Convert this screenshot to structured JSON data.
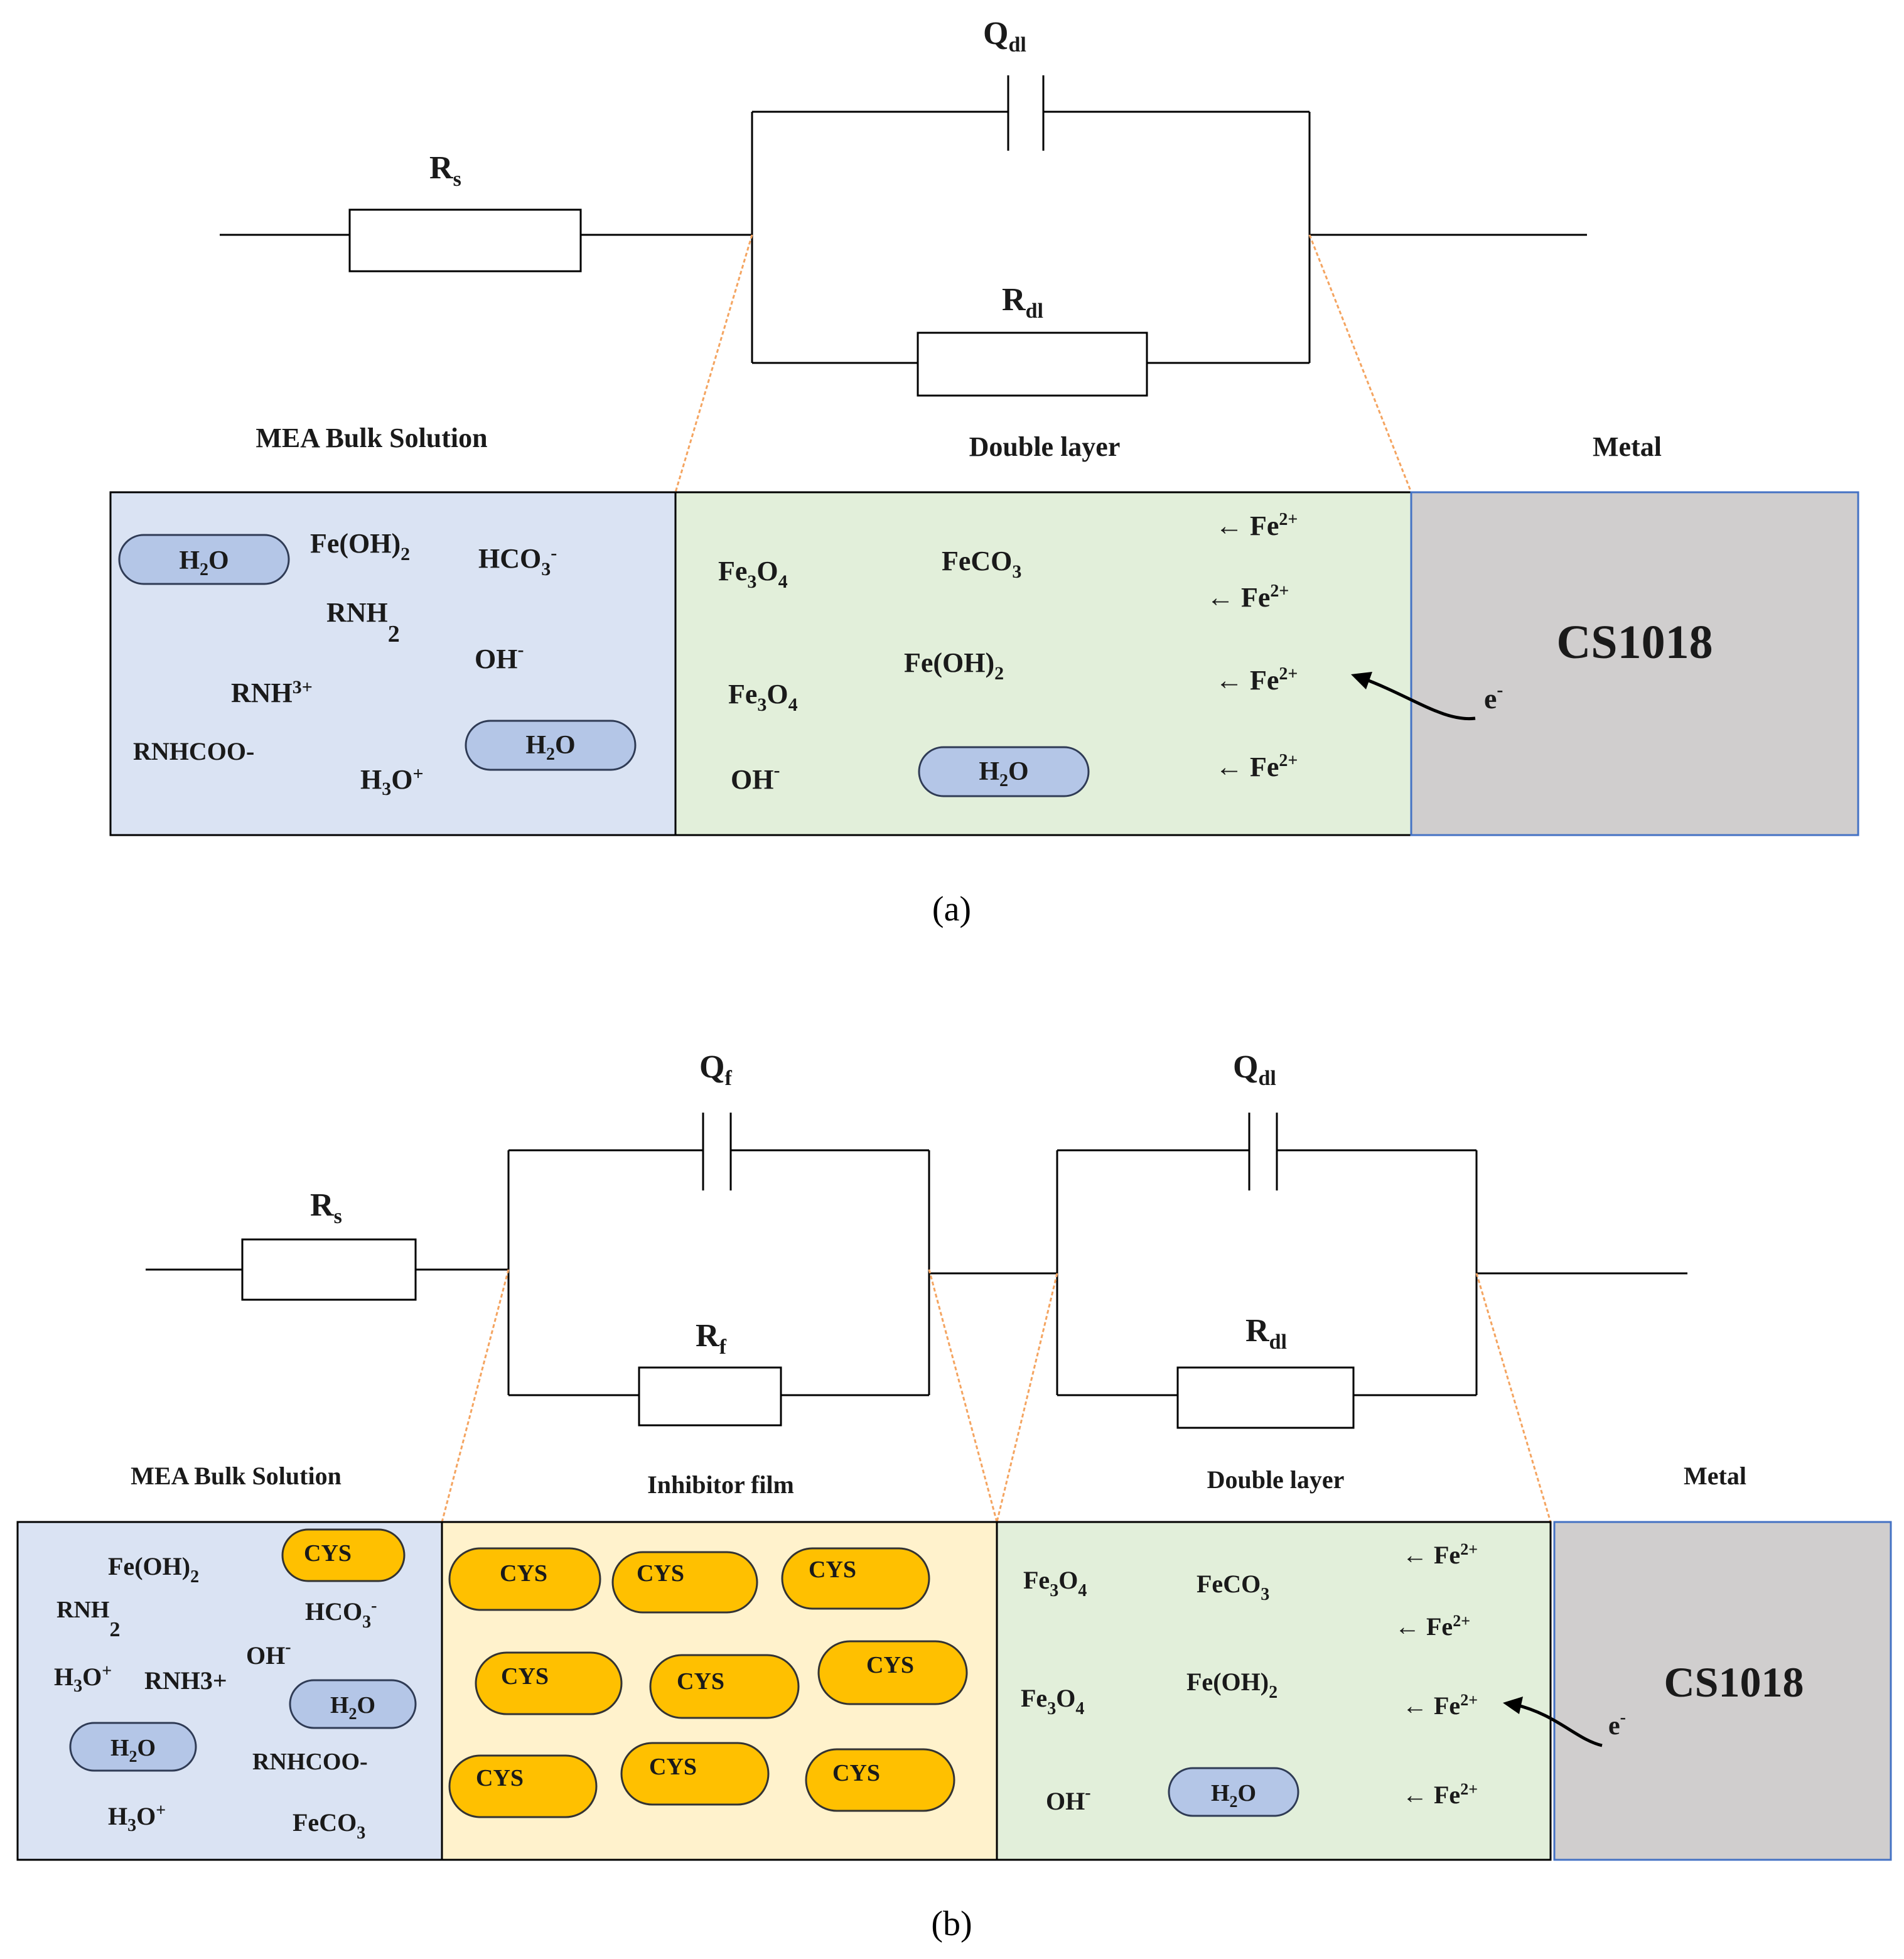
{
  "colors": {
    "bulk_fill": "#dae3f3",
    "double_layer_fill": "#e2efda",
    "inhibitor_fill": "#fff2cc",
    "metal_fill": "#d0cece",
    "metal_border": "#4472c4",
    "h2o_fill": "#b4c6e7",
    "cys_fill": "#ffc000",
    "zoom_line": "#f4a460"
  },
  "panel_a": {
    "caption": "(a)",
    "circuit": {
      "rs": "R",
      "rs_sub": "s",
      "qdl": "Q",
      "qdl_sub": "dl",
      "rdl": "R",
      "rdl_sub": "dl"
    },
    "regions": {
      "bulk": "MEA Bulk Solution",
      "double_layer": "Double layer",
      "metal": "Metal"
    },
    "metal_name": "CS1018",
    "electron": "e",
    "electron_sup": "-",
    "species": {
      "h2o": "H",
      "h2o_sub": "2",
      "o": "O",
      "feoh2": "Fe(OH)",
      "feoh2_sub": "2",
      "hco3": "HCO",
      "hco3_sub": "3",
      "hco3_sup": "-",
      "rnh2": "RNH",
      "rnh2_sub": "2",
      "oh": "OH",
      "oh_sup": "-",
      "rnh3": "RNH",
      "rnh3_sup": "3+",
      "rnhcoo": "RNHCOO-",
      "h3o": "H",
      "h3o_sub": "3",
      "h3o_sup": "+",
      "fe3o4": "Fe",
      "fe3o4_sub1": "3",
      "fe3o4_o": "O",
      "fe3o4_sub2": "4",
      "feco3": "FeCO",
      "feco3_sub": "3",
      "fe2": "← Fe",
      "fe2_sup": "2+"
    }
  },
  "panel_b": {
    "caption": "(b)",
    "circuit": {
      "rs": "R",
      "rs_sub": "s",
      "qf": "Q",
      "qf_sub": "f",
      "rf": "R",
      "rf_sub": "f",
      "qdl": "Q",
      "qdl_sub": "dl",
      "rdl": "R",
      "rdl_sub": "dl"
    },
    "regions": {
      "bulk": "MEA Bulk Solution",
      "inhibitor": "Inhibitor film",
      "double_layer": "Double layer",
      "metal": "Metal"
    },
    "metal_name": "CS1018",
    "electron": "e",
    "electron_sup": "-",
    "cys": "CYS",
    "rnh3_plain": "RNH3+"
  }
}
